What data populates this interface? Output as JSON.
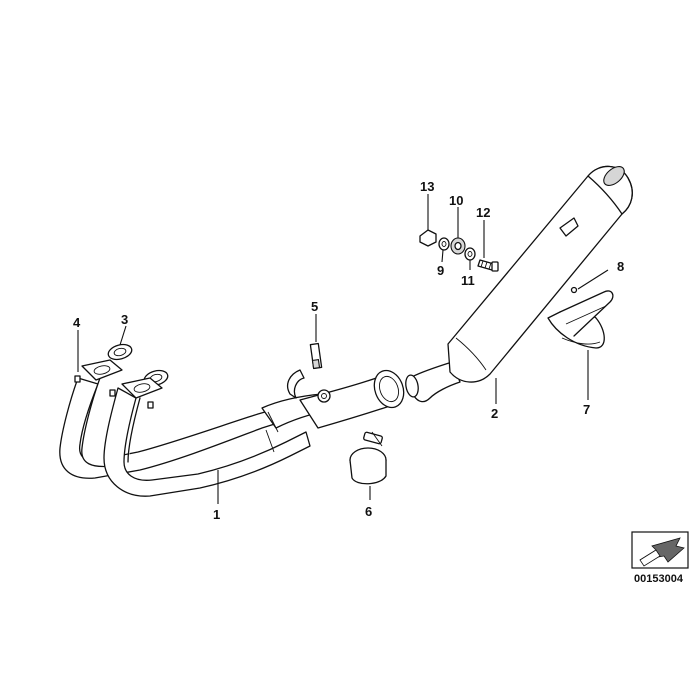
{
  "callouts": [
    {
      "id": "1",
      "label": "1"
    },
    {
      "id": "2",
      "label": "2"
    },
    {
      "id": "3",
      "label": "3"
    },
    {
      "id": "4",
      "label": "4"
    },
    {
      "id": "5",
      "label": "5"
    },
    {
      "id": "6",
      "label": "6"
    },
    {
      "id": "7",
      "label": "7"
    },
    {
      "id": "8",
      "label": "8"
    },
    {
      "id": "9",
      "label": "9"
    },
    {
      "id": "10",
      "label": "10"
    },
    {
      "id": "11",
      "label": "11"
    },
    {
      "id": "12",
      "label": "12"
    },
    {
      "id": "13",
      "label": "13"
    }
  ],
  "diagram_code": "00153004"
}
